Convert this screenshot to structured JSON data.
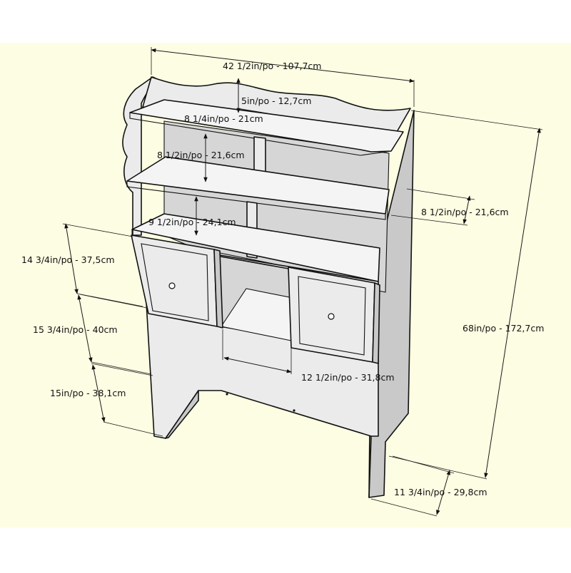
{
  "colors": {
    "background_panel": "#fdfde3",
    "outer_background": "#ffffff",
    "furniture_front": "#ebebeb",
    "furniture_side": "#c9c9c9",
    "furniture_top": "#f4f4f4",
    "interior_back": "#d6d6d6",
    "outline": "#111111"
  },
  "dimensions": {
    "overall_width": "42 1/2in/po - 107,7cm",
    "crest_height": "5in/po - 12,7cm",
    "top_shelf_depth": "8 1/4in/po - 21cm",
    "upper_cubby_height": "8 1/2in/po - 21,6cm",
    "side_depth": "8 1/2in/po - 21,6cm",
    "middle_cubby_height": "9 1/2in/po - 24,1cm",
    "door_height": "14 3/4in/po - 37,5cm",
    "panel_height": "15 3/4in/po - 40cm",
    "leg_height": "15in/po - 38,1cm",
    "overall_height": "68in/po - 172,7cm",
    "center_opening_width": "12 1/2in/po - 31,8cm",
    "leg_depth": "11 3/4in/po - 29,8cm"
  }
}
